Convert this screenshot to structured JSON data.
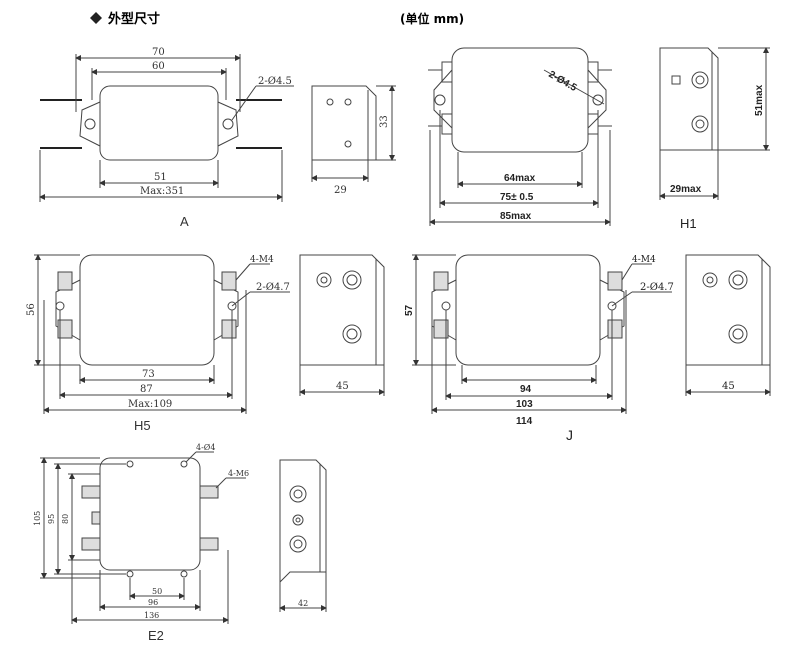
{
  "header": {
    "bullet_icon": "diamond-icon",
    "title": "外型尺寸",
    "unit_note": "(单位 mm)"
  },
  "drawings": {
    "A": {
      "label": "A",
      "dims": {
        "d70": "70",
        "d60": "60",
        "hole": "2-Ø4.5",
        "d51": "51",
        "max": "Max:351",
        "h33": "33",
        "w29": "29"
      }
    },
    "H1": {
      "label": "H1",
      "dims": {
        "hole": "2-Ø4.5",
        "d64": "64max",
        "d75": "75± 0.5",
        "d85": "85max",
        "h51": "51max",
        "w29": "29max"
      }
    },
    "H5": {
      "label": "H5",
      "dims": {
        "m4": "4-M4",
        "hole": "2-Ø4.7",
        "h56": "56",
        "d73": "73",
        "d87": "87",
        "max": "Max:109",
        "w45": "45"
      }
    },
    "J": {
      "label": "J",
      "dims": {
        "m4": "4-M4",
        "hole": "2-Ø4.7",
        "h57": "57",
        "d94": "94",
        "d103": "103",
        "d114": "114",
        "w45": "45"
      }
    },
    "E2": {
      "label": "E2",
      "dims": {
        "hole": "4-Ø4",
        "m6": "4-M6",
        "h105": "105",
        "h95": "95",
        "h80": "80",
        "d50": "50",
        "d96": "96",
        "d136": "136",
        "w42": "42"
      }
    }
  }
}
